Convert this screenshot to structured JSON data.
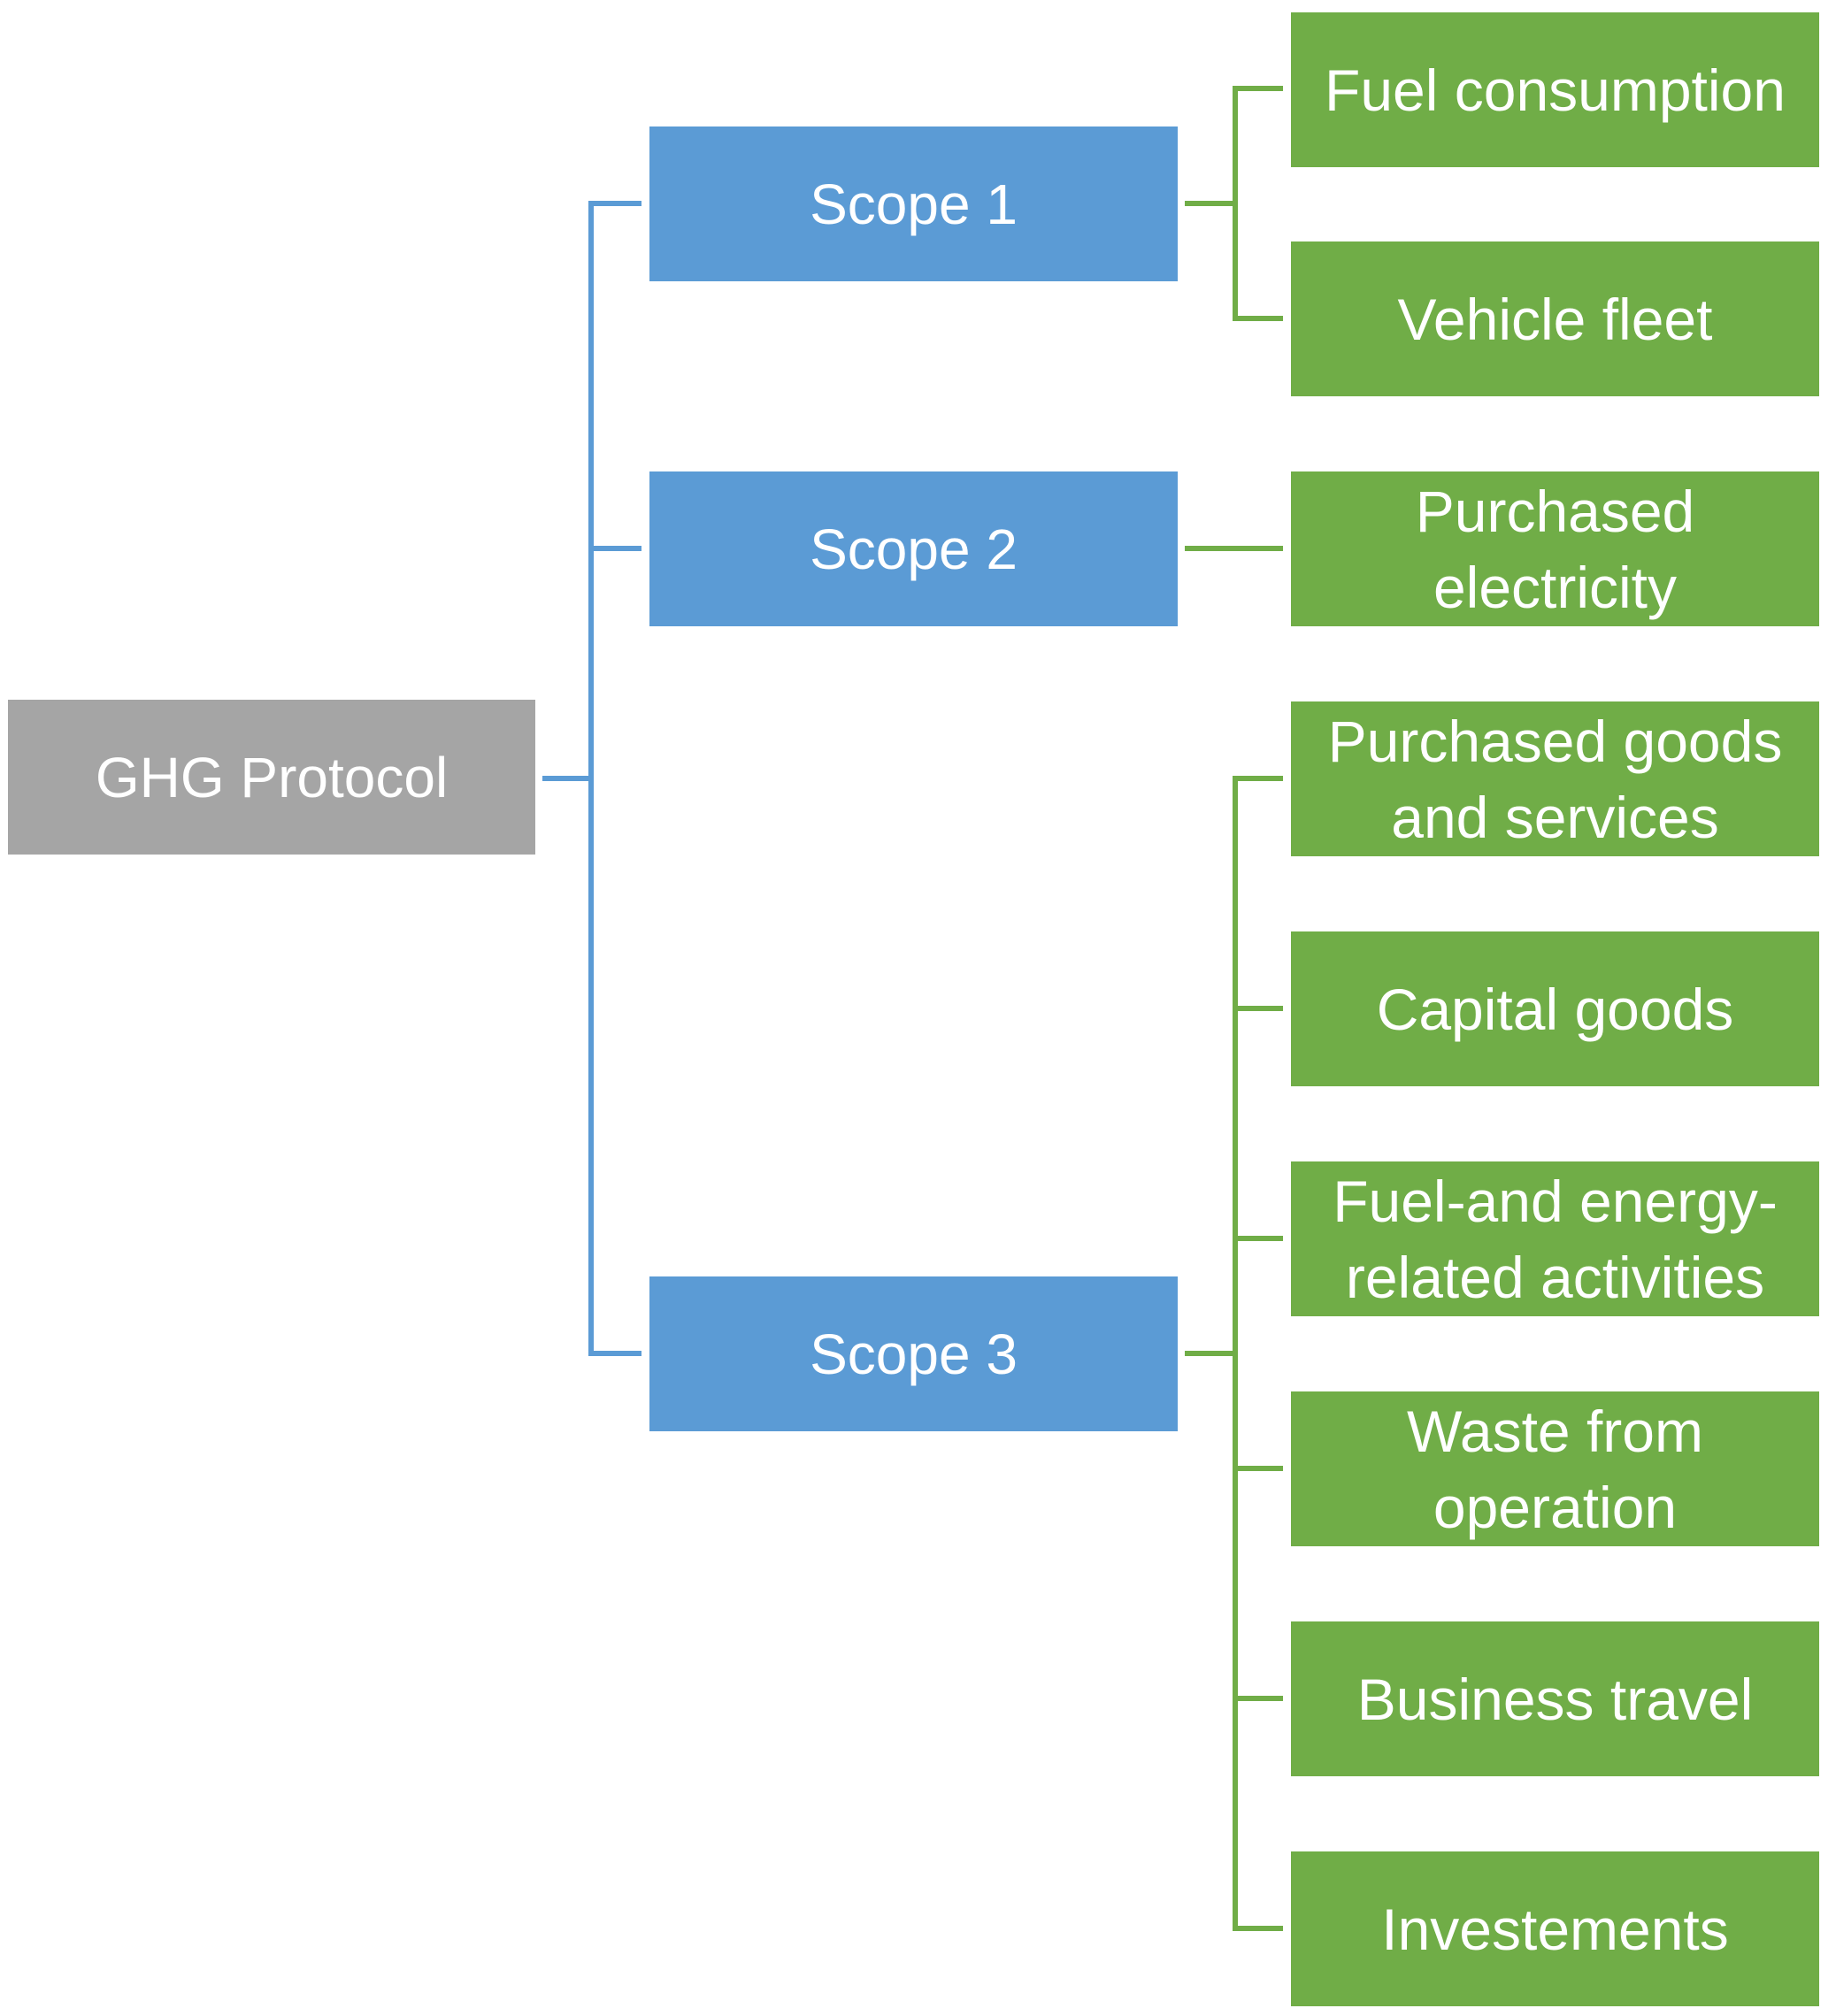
{
  "root": {
    "label": "GHG Protocol",
    "color": "#a5a5a5"
  },
  "scopes": [
    {
      "label": "Scope 1",
      "color": "#5b9bd5"
    },
    {
      "label": "Scope 2",
      "color": "#5b9bd5"
    },
    {
      "label": "Scope 3",
      "color": "#5b9bd5"
    }
  ],
  "scope1_items": [
    {
      "label": "Fuel consumption"
    },
    {
      "label": "Vehicle fleet"
    }
  ],
  "scope2_items": [
    {
      "label": "Purchased\nelectricity"
    }
  ],
  "scope3_items": [
    {
      "label": "Purchased goods\nand services"
    },
    {
      "label": "Capital goods"
    },
    {
      "label": "Fuel-and energy-\nrelated activities"
    },
    {
      "label": "Waste from\noperation"
    },
    {
      "label": "Business travel"
    },
    {
      "label": "Investements"
    }
  ],
  "colors": {
    "root": "#a5a5a5",
    "scope": "#5b9bd5",
    "leaf": "#70ad47",
    "text": "#ffffff"
  }
}
